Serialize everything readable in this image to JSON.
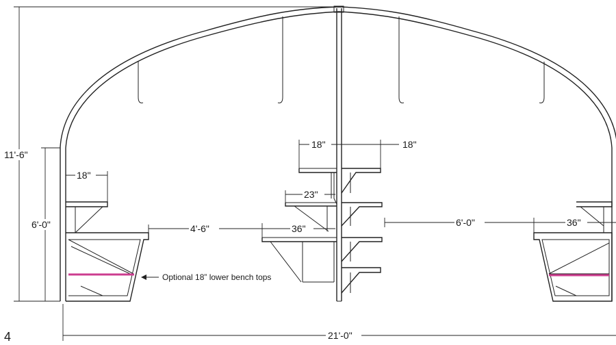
{
  "page_number": "4",
  "dimensions": {
    "overall_height": "11'-6\"",
    "sidewall_height": "6'-0\"",
    "left_bench_top": "18\"",
    "center_top_left": "18\"",
    "center_top_right": "18\"",
    "center_mid": "23\"",
    "center_bottom": "36\"",
    "aisle_left": "4'-6\"",
    "aisle_right": "6'-0\"",
    "right_bench": "36\"",
    "overall_width": "21'-0\""
  },
  "callouts": {
    "optional_bench": "Optional 18” lower bench tops"
  },
  "colors": {
    "lines": "#222222",
    "optional_bench_top": "#cc3d8f",
    "background": "#ffffff"
  }
}
